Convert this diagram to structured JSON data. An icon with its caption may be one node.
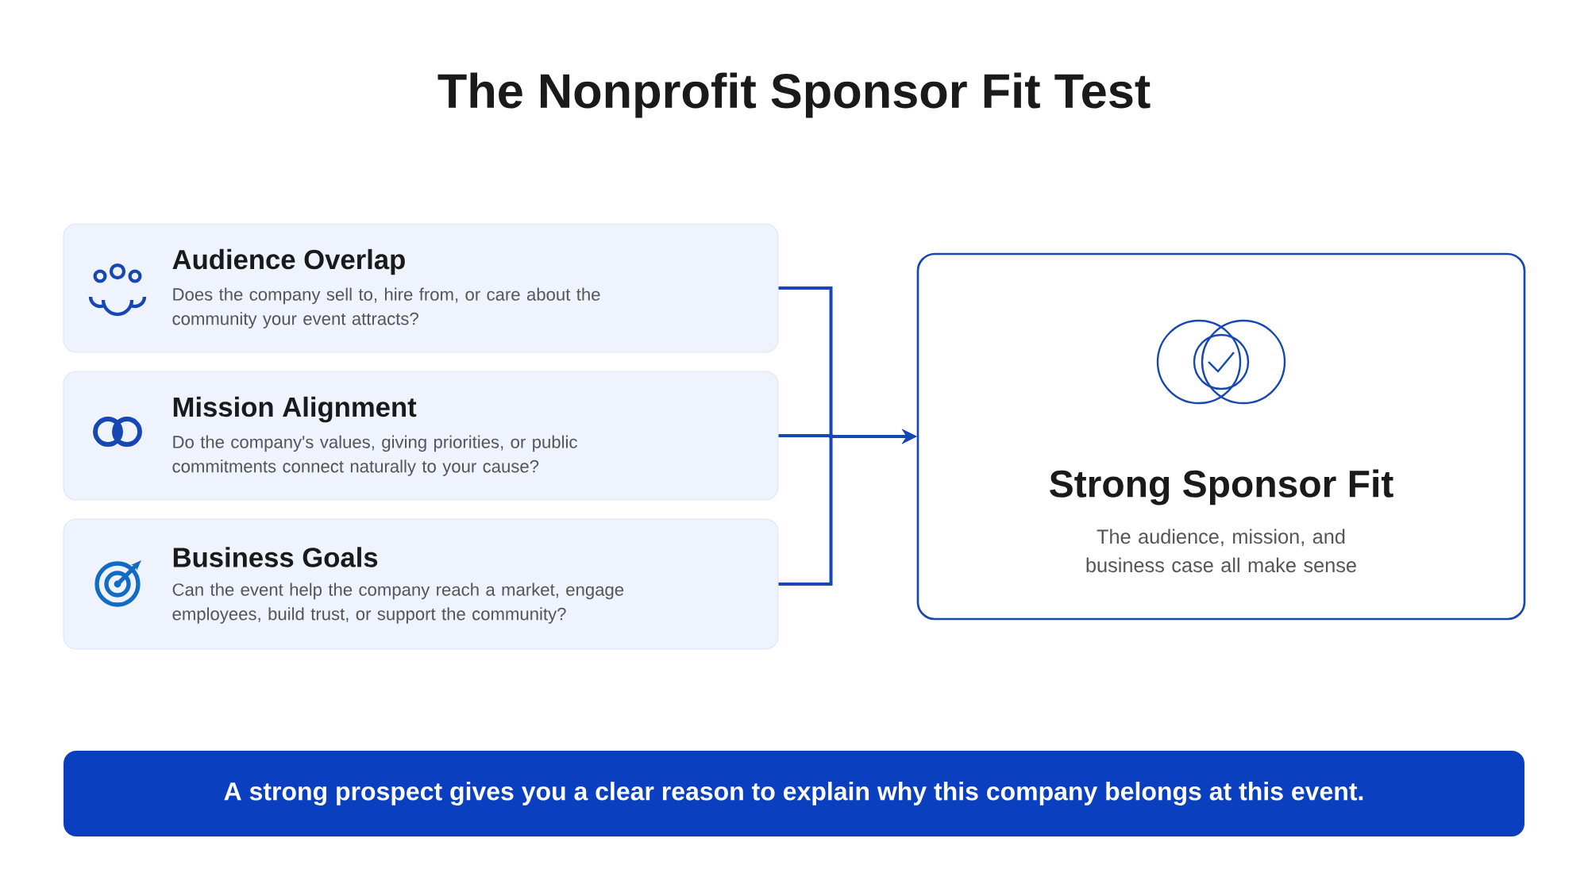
{
  "diagram": {
    "title": "The Nonprofit Sponsor Fit Test",
    "nodes": [
      {
        "text": [
          "Audience Overlap",
          "Does the company sell to, hire from, or care about the community your event attracts?"
        ]
      },
      {
        "text": [
          "Mission Alignment",
          "Do the company's values, giving priorities, or public commitments connect naturally to your cause?"
        ]
      },
      {
        "text": [
          "Business Goals",
          "Can the event help the company reach a market, engage employees, build trust, or support the community?"
        ]
      },
      {
        "text": [
          "Strong Sponsor Fit",
          "The audience, mission, and business case all make sense"
        ]
      },
      {
        "text": [
          "A strong prospect gives you a clear reason to explain why this company belongs at this event."
        ]
      }
    ],
    "edges": [
      {
        "from": 0,
        "to": 3,
        "arrow": "to"
      },
      {
        "from": 1,
        "to": 3,
        "arrow": "to"
      },
      {
        "from": 2,
        "to": 3,
        "arrow": "to"
      }
    ]
  }
}
